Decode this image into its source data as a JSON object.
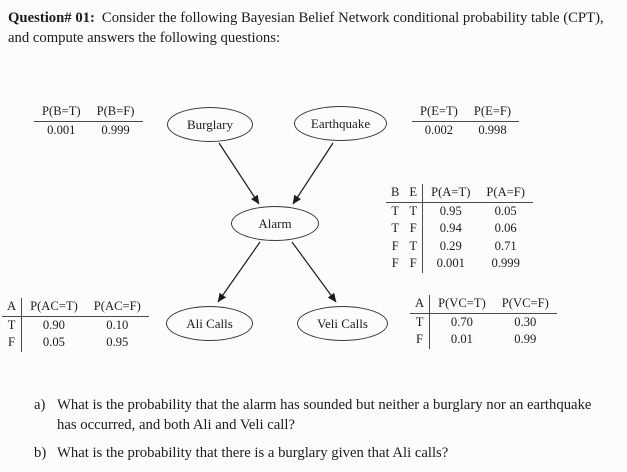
{
  "header": {
    "number": "Question# 01:",
    "intro": "Consider the following Bayesian Belief Network conditional probability table (CPT), and compute answers the following questions:"
  },
  "network": {
    "nodes": {
      "burglary": "Burglary",
      "earthquake": "Earthquake",
      "alarm": "Alarm",
      "ali_calls": "Ali Calls",
      "veli_calls": "Veli Calls"
    },
    "edges": [
      {
        "from": "Burglary",
        "to": "Alarm"
      },
      {
        "from": "Earthquake",
        "to": "Alarm"
      },
      {
        "from": "Alarm",
        "to": "Ali Calls"
      },
      {
        "from": "Alarm",
        "to": "Veli Calls"
      }
    ]
  },
  "tables": {
    "burglary": {
      "headers": [
        "P(B=T)",
        "P(B=F)"
      ],
      "rows": [
        [
          "0.001",
          "0.999"
        ]
      ]
    },
    "earthquake": {
      "headers": [
        "P(E=T)",
        "P(E=F)"
      ],
      "rows": [
        [
          "0.002",
          "0.998"
        ]
      ]
    },
    "alarm": {
      "headers": [
        "B",
        "E",
        "P(A=T)",
        "P(A=F)"
      ],
      "rows": [
        [
          "T",
          "T",
          "0.95",
          "0.05"
        ],
        [
          "T",
          "F",
          "0.94",
          "0.06"
        ],
        [
          "F",
          "T",
          "0.29",
          "0.71"
        ],
        [
          "F",
          "F",
          "0.001",
          "0.999"
        ]
      ]
    },
    "ali_calls": {
      "headers": [
        "A",
        "P(AC=T)",
        "P(AC=F)"
      ],
      "rows": [
        [
          "T",
          "0.90",
          "0.10"
        ],
        [
          "F",
          "0.05",
          "0.95"
        ]
      ]
    },
    "veli_calls": {
      "headers": [
        "A",
        "P(VC=T)",
        "P(VC=F)"
      ],
      "rows": [
        [
          "T",
          "0.70",
          "0.30"
        ],
        [
          "F",
          "0.01",
          "0.99"
        ]
      ]
    }
  },
  "questions": [
    {
      "label": "a)",
      "text": "What is the probability that the alarm has sounded but neither a burglary nor an earthquake has occurred, and both Ali and Veli call?"
    },
    {
      "label": "b)",
      "text": "What is the probability that there is a burglary given that Ali calls?"
    }
  ]
}
